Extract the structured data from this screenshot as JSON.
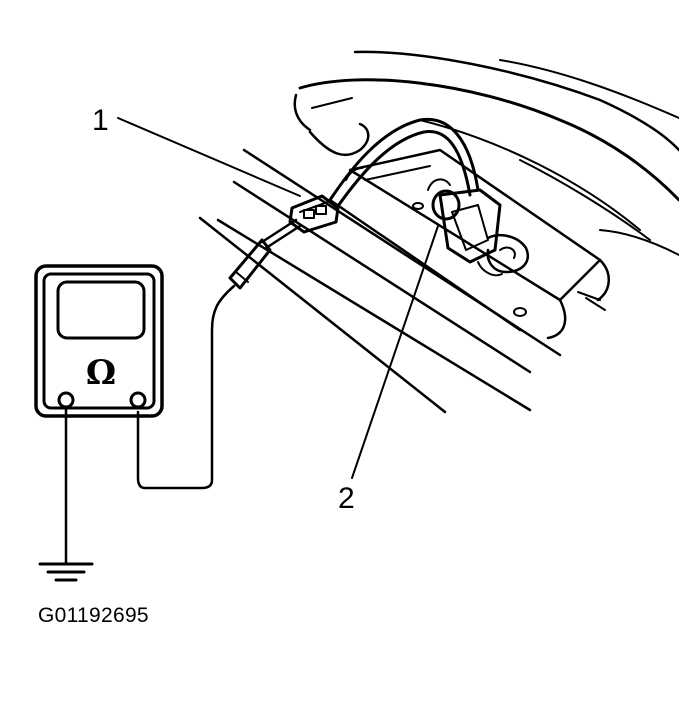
{
  "diagram": {
    "callouts": [
      {
        "id": "1",
        "label": "1"
      },
      {
        "id": "2",
        "label": "2"
      }
    ],
    "meter": {
      "symbol": "Ω",
      "icon": "ohmmeter-icon"
    },
    "ground_icon": "ground-symbol-icon",
    "figure_code": "G01192695",
    "colors": {
      "line": "#000000",
      "background": "#ffffff"
    }
  }
}
